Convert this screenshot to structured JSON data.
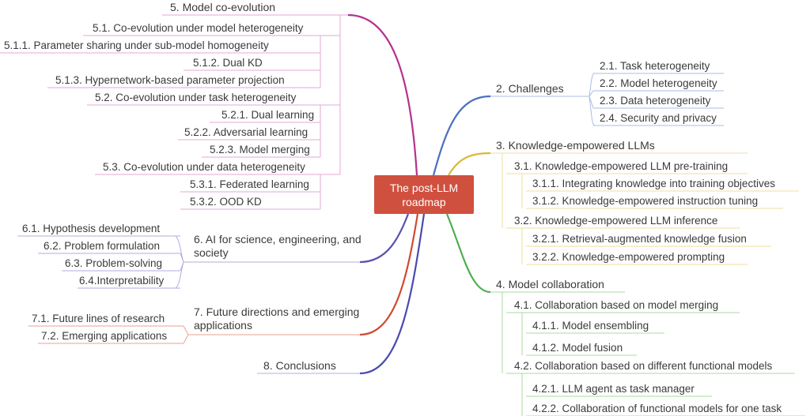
{
  "root": {
    "label": "The post-LLM roadmap"
  },
  "colors": {
    "root": "#d0503f",
    "s2": "#4a6fc0",
    "s3": "#d9b83a",
    "s4": "#4caf50",
    "s5": "#b5318f",
    "s6": "#5a52b0",
    "s7": "#d04a30",
    "s8": "#4a4ab0"
  },
  "nodes": {
    "s2": "2. Challenges",
    "s2_1": "2.1. Task heterogeneity",
    "s2_2": "2.2. Model heterogeneity",
    "s2_3": "2.3. Data heterogeneity",
    "s2_4": "2.4. Security and privacy",
    "s3": "3. Knowledge-empowered LLMs",
    "s3_1": "3.1. Knowledge-empowered LLM pre-training",
    "s3_1_1": "3.1.1. Integrating knowledge into training objectives",
    "s3_1_2": "3.1.2. Knowledge-empowered instruction tuning",
    "s3_2": "3.2. Knowledge-empowered LLM inference",
    "s3_2_1": "3.2.1. Retrieval-augmented knowledge fusion",
    "s3_2_2": "3.2.2. Knowledge-empowered prompting",
    "s4": "4. Model collaboration",
    "s4_1": "4.1. Collaboration based on model merging",
    "s4_1_1": "4.1.1. Model ensembling",
    "s4_1_2": "4.1.2. Model fusion",
    "s4_2": "4.2. Collaboration based on different functional models",
    "s4_2_1": "4.2.1. LLM agent as task manager",
    "s4_2_2": "4.2.2. Collaboration of functional models for one task",
    "s5": "5. Model co-evolution",
    "s5_1": "5.1. Co-evolution under model heterogeneity",
    "s5_1_1": "5.1.1. Parameter sharing under sub-model homogeneity",
    "s5_1_2": "5.1.2. Dual KD",
    "s5_1_3": "5.1.3. Hypernetwork-based parameter projection",
    "s5_2": "5.2. Co-evolution under task heterogeneity",
    "s5_2_1": "5.2.1. Dual learning",
    "s5_2_2": "5.2.2. Adversarial learning",
    "s5_2_3": "5.2.3. Model merging",
    "s5_3": "5.3. Co-evolution under data heterogeneity",
    "s5_3_1": "5.3.1. Federated learning",
    "s5_3_2": "5.3.2. OOD KD",
    "s6": "6. AI for science, engineering, and society",
    "s6_1": "6.1. Hypothesis development",
    "s6_2": "6.2. Problem formulation",
    "s6_3": "6.3. Problem-solving",
    "s6_4": "6.4.Interpretability",
    "s7": "7. Future directions and emerging applications",
    "s7_1": "7.1. Future lines of research",
    "s7_2": "7.2. Emerging applications",
    "s8": "8. Conclusions"
  }
}
